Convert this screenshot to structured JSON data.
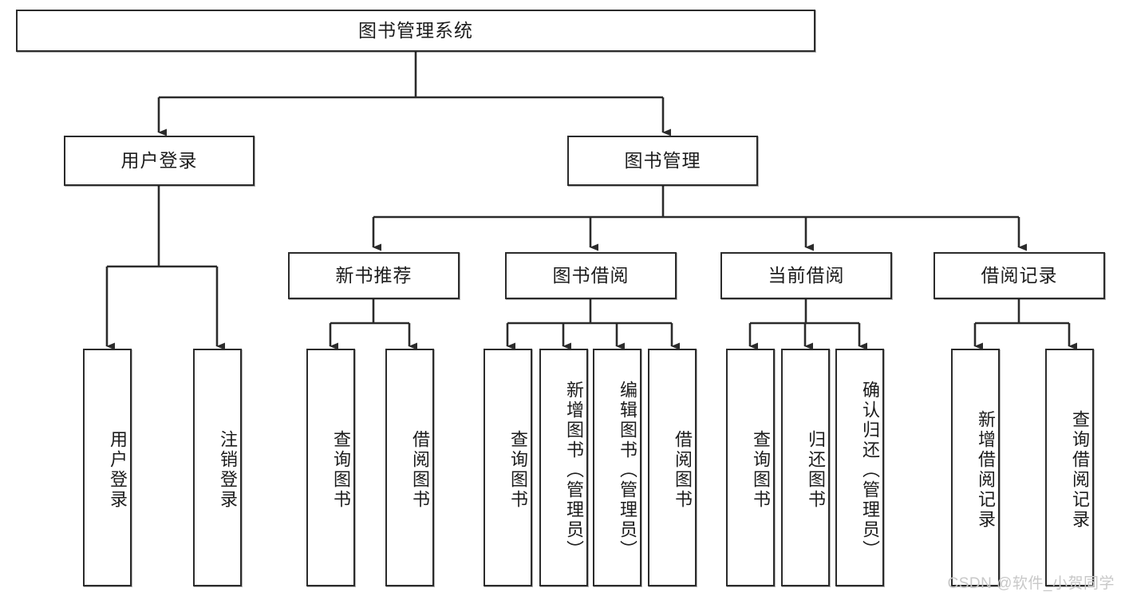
{
  "diagram": {
    "type": "hierarchy-tree",
    "title": "图书管理系统",
    "root": {
      "label": "图书管理系统"
    },
    "level2": [
      {
        "label": "用户登录"
      },
      {
        "label": "图书管理"
      }
    ],
    "level3": [
      {
        "label": "新书推荐"
      },
      {
        "label": "图书借阅"
      },
      {
        "label": "当前借阅"
      },
      {
        "label": "借阅记录"
      }
    ],
    "leaves_user_login": [
      {
        "label": "用户登录"
      },
      {
        "label": "注销登录"
      }
    ],
    "leaves_new_book": [
      {
        "label": "查询图书"
      },
      {
        "label": "借阅图书"
      }
    ],
    "leaves_borrow": [
      {
        "label": "查询图书"
      },
      {
        "label": "新增图书（管理员）"
      },
      {
        "label": "编辑图书（管理员）"
      },
      {
        "label": "借阅图书"
      }
    ],
    "leaves_current": [
      {
        "label": "查询图书"
      },
      {
        "label": "归还图书"
      },
      {
        "label": "确认归还（管理员）"
      }
    ],
    "leaves_records": [
      {
        "label": "新增借阅记录"
      },
      {
        "label": "查询借阅记录"
      }
    ]
  },
  "watermark": {
    "text": "CSDN @软件_小贺同学"
  },
  "colors": {
    "stroke": "#2b2b2b",
    "background": "#ffffff",
    "text": "#1c1c1c",
    "watermark": "#c8c8c8"
  }
}
